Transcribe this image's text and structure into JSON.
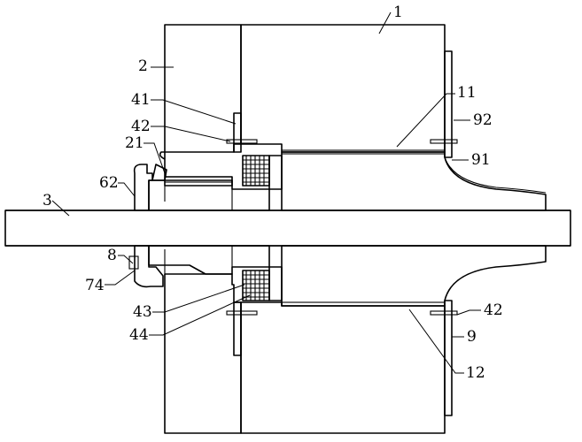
{
  "labels": {
    "l1": "1",
    "l2": "2",
    "l3": "3",
    "l8": "8",
    "l9": "9",
    "l11": "11",
    "l12": "12",
    "l21": "21",
    "l41": "41",
    "l42_left": "42",
    "l42_right": "42",
    "l43": "43",
    "l44": "44",
    "l62": "62",
    "l74": "74",
    "l91": "91",
    "l92": "92"
  }
}
